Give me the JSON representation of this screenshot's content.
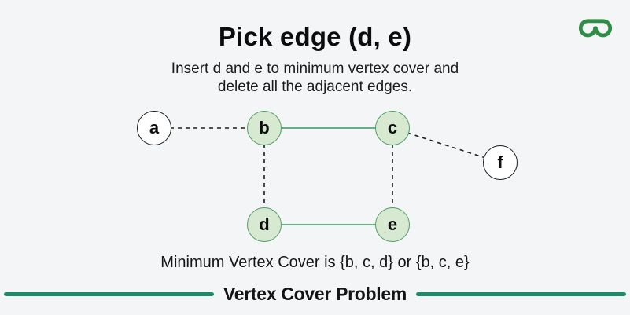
{
  "header": {
    "title": "Pick edge (d, e)",
    "subtitle_line1": "Insert d and e to minimum vertex cover and",
    "subtitle_line2": "delete all the adjacent edges."
  },
  "logo": {
    "name": "geeksforgeeks-logo",
    "color": "#2f8d46"
  },
  "graph": {
    "nodes": [
      {
        "id": "a",
        "label": "a",
        "state": "uncovered"
      },
      {
        "id": "b",
        "label": "b",
        "state": "covered"
      },
      {
        "id": "c",
        "label": "c",
        "state": "covered"
      },
      {
        "id": "d",
        "label": "d",
        "state": "covered"
      },
      {
        "id": "e",
        "label": "e",
        "state": "covered"
      },
      {
        "id": "f",
        "label": "f",
        "state": "uncovered"
      }
    ],
    "edges": [
      {
        "from": "a",
        "to": "b",
        "style": "dashed"
      },
      {
        "from": "b",
        "to": "c",
        "style": "solid"
      },
      {
        "from": "b",
        "to": "d",
        "style": "dashed"
      },
      {
        "from": "c",
        "to": "e",
        "style": "dashed"
      },
      {
        "from": "c",
        "to": "f",
        "style": "dashed"
      },
      {
        "from": "d",
        "to": "e",
        "style": "solid"
      }
    ]
  },
  "result": {
    "text": "Minimum Vertex Cover is {b, c, d} or {b, c, e}"
  },
  "footer": {
    "caption": "Vertex Cover Problem"
  },
  "colors": {
    "background": "#f4f5f7",
    "node_fill": "#d8e9d2",
    "node_border": "#4d9e66",
    "solid_edge": "#55a673",
    "dashed_edge": "#1c1c1c",
    "banner_line": "#1f8a66",
    "brand_green": "#2f8d46",
    "text": "#0c0c0c"
  }
}
